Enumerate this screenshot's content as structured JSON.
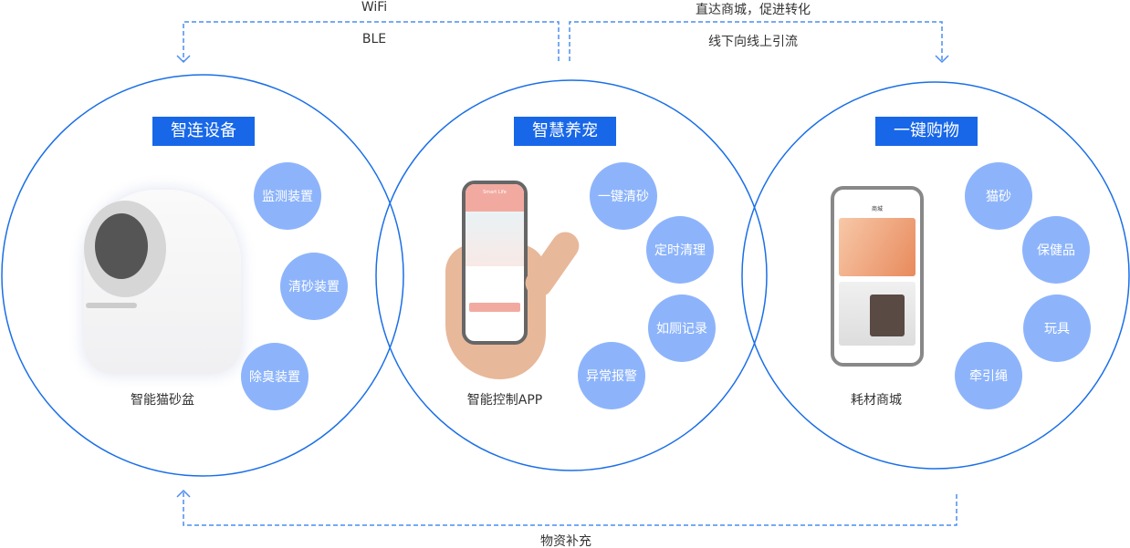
{
  "flows": {
    "wifi": "WiFi",
    "ble": "BLE",
    "to_store": "直达商城，促进转化",
    "offline_online": "线下向线上引流",
    "supply": "物资补充"
  },
  "colors": {
    "circle": "#1a6fe8",
    "badge": "#1767e8",
    "bubble": "#8db4fb",
    "dash": "#4a8ef0"
  },
  "sections": [
    {
      "title": "智连设备",
      "caption": "智能猫砂盆",
      "features": [
        "监测装置",
        "清砂装置",
        "除臭装置"
      ]
    },
    {
      "title": "智慧养宠",
      "caption": "智能控制APP",
      "screen_title": "Smart Life",
      "features": [
        "一键清砂",
        "定时清理",
        "如厕记录",
        "异常报警"
      ]
    },
    {
      "title": "一键购物",
      "caption": "耗材商城",
      "screen_title": "商城",
      "features": [
        "猫砂",
        "保健品",
        "玩具",
        "牵引绳"
      ]
    }
  ]
}
